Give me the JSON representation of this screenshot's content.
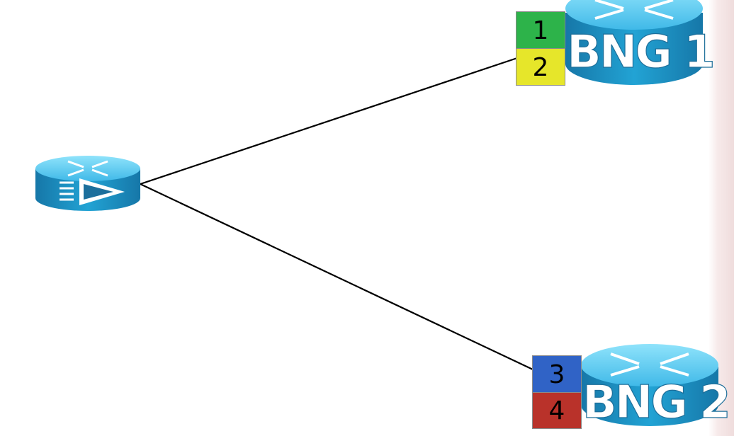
{
  "nodes": {
    "router_left": {
      "icon": "router-with-arrow-icon"
    },
    "bng1": {
      "label": "BNG 1",
      "icon": "router-icon"
    },
    "bng2": {
      "label": "BNG 2",
      "icon": "router-icon"
    }
  },
  "tags": [
    {
      "text": "1",
      "color": "#2db34a"
    },
    {
      "text": "2",
      "color": "#e6e62a"
    },
    {
      "text": "3",
      "color": "#3063c6"
    },
    {
      "text": "4",
      "color": "#b9322a"
    }
  ],
  "colors": {
    "router_body": "#1c93c4",
    "router_top": "#5fd0f5",
    "link": "#000000",
    "edge_strip": "#efdcdc"
  }
}
